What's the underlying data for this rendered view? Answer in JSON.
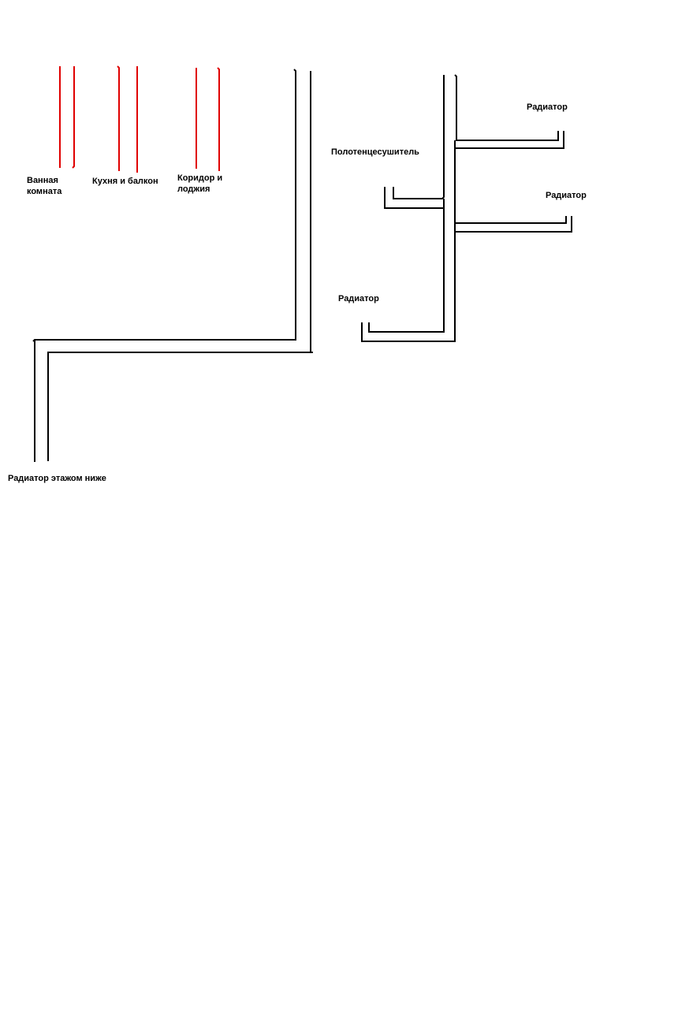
{
  "colors": {
    "background": "#ffffff",
    "pipe": "#000000",
    "riser": "#e00000",
    "text": "#000000"
  },
  "risers": [
    {
      "label": "Ванная комната"
    },
    {
      "label": "Кухня и балкон"
    },
    {
      "label": "Коридор и лоджия"
    }
  ],
  "labels": {
    "radiator_below": "Радиатор этажом ниже",
    "towel_dryer": "Полотенцесушитель",
    "radiator_top_right": "Радиатор",
    "radiator_mid_right": "Радиатор",
    "radiator_lower_left": "Радиатор"
  }
}
